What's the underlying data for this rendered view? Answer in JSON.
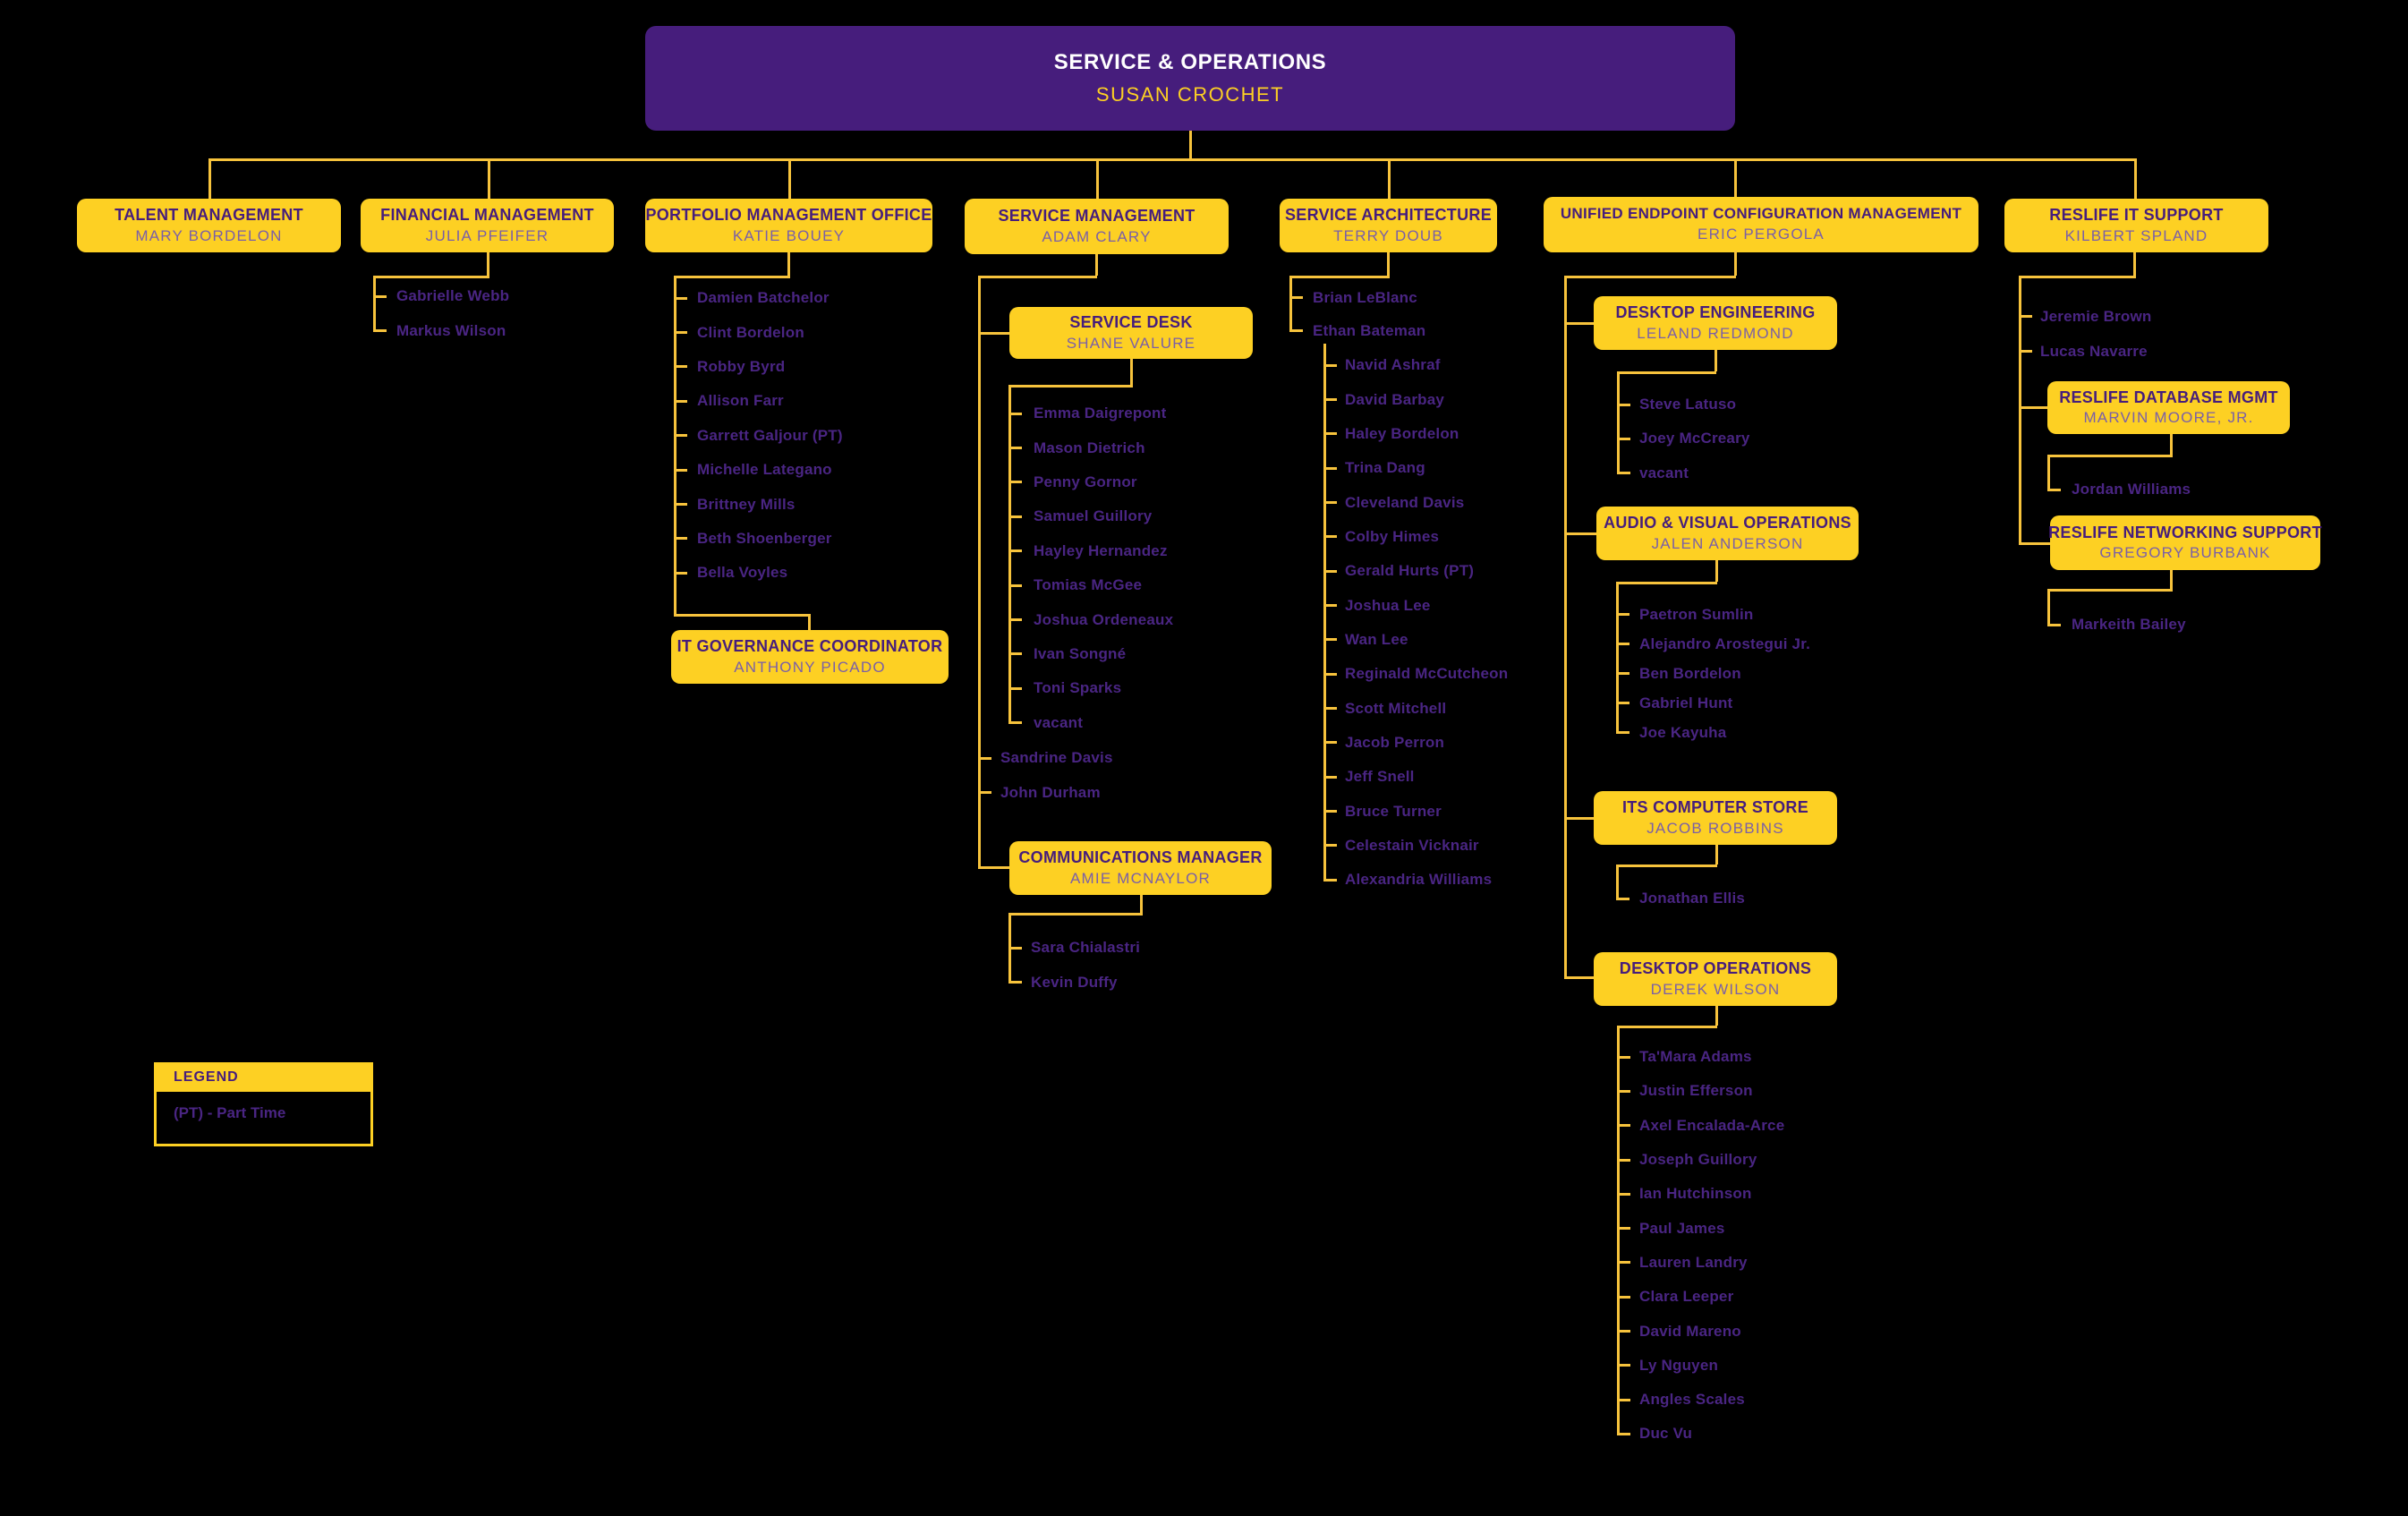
{
  "colors": {
    "background": "#000000",
    "purple": "#461D7C",
    "gold": "#FDD023",
    "line_gold": "#F7C33C",
    "box_name_text": "#7A5FA8",
    "list_name_text": "#4A2583"
  },
  "root": {
    "title": "SERVICE & OPERATIONS",
    "name": "SUSAN CROCHET"
  },
  "boxes": {
    "talent": {
      "title": "TALENT MANAGEMENT",
      "name": "MARY BORDELON"
    },
    "financial": {
      "title": "FINANCIAL MANAGEMENT",
      "name": "JULIA PFEIFER"
    },
    "portfolio": {
      "title": "PORTFOLIO MANAGEMENT OFFICE",
      "name": "KATIE BOUEY"
    },
    "it_gov": {
      "title": "IT GOVERNANCE COORDINATOR",
      "name": "ANTHONY PICADO"
    },
    "service_mgmt": {
      "title": "SERVICE MANAGEMENT",
      "name": "ADAM CLARY"
    },
    "service_desk": {
      "title": "SERVICE DESK",
      "name": "SHANE VALURE"
    },
    "comm_mgr": {
      "title": "COMMUNICATIONS MANAGER",
      "name": "AMIE MCNAYLOR"
    },
    "service_arch": {
      "title": "SERVICE ARCHITECTURE",
      "name": "TERRY DOUB"
    },
    "uecm": {
      "title": "UNIFIED ENDPOINT CONFIGURATION MANAGEMENT",
      "name": "ERIC PERGOLA"
    },
    "desktop_eng": {
      "title": "DESKTOP ENGINEERING",
      "name": "LELAND REDMOND"
    },
    "av_ops": {
      "title": "AUDIO & VISUAL OPERATIONS",
      "name": "JALEN ANDERSON"
    },
    "its_store": {
      "title": "ITS COMPUTER STORE",
      "name": "JACOB ROBBINS"
    },
    "desktop_ops": {
      "title": "DESKTOP OPERATIONS",
      "name": "DEREK WILSON"
    },
    "reslife": {
      "title": "RESLIFE IT SUPPORT",
      "name": "KILBERT SPLAND"
    },
    "reslife_db": {
      "title": "RESLIFE DATABASE MGMT",
      "name": "MARVIN MOORE, JR."
    },
    "reslife_net": {
      "title": "RESLIFE NETWORKING SUPPORT",
      "name": "GREGORY BURBANK"
    }
  },
  "lists": {
    "financial": [
      "Gabrielle Webb",
      "Markus Wilson"
    ],
    "portfolio": [
      "Damien Batchelor",
      "Clint Bordelon",
      "Robby Byrd",
      "Allison Farr",
      "Garrett Galjour (PT)",
      "Michelle Lategano",
      "Brittney Mills",
      "Beth Shoenberger",
      "Bella Voyles"
    ],
    "service_mgmt": [
      "Sandrine Davis",
      "John Durham"
    ],
    "service_desk": [
      "Emma Daigrepont",
      "Mason Dietrich",
      "Penny Gornor",
      "Samuel Guillory",
      "Hayley Hernandez",
      "Tomias McGee",
      "Joshua Ordeneaux",
      "Ivan Songné",
      "Toni Sparks",
      "vacant"
    ],
    "comm_mgr": [
      "Sara Chialastri",
      "Kevin Duffy"
    ],
    "service_arch": [
      "Brian LeBlanc",
      "Ethan Bateman"
    ],
    "ethan_team": [
      "Navid Ashraf",
      "David Barbay",
      "Haley Bordelon",
      "Trina Dang",
      "Cleveland Davis",
      "Colby Himes",
      "Gerald Hurts (PT)",
      "Joshua Lee",
      "Wan Lee",
      "Reginald McCutcheon",
      "Scott Mitchell",
      "Jacob Perron",
      "Jeff Snell",
      "Bruce Turner",
      "Celestain Vicknair",
      "Alexandria Williams"
    ],
    "desktop_eng": [
      "Steve Latuso",
      "Joey McCreary",
      "vacant"
    ],
    "av_ops": [
      "Paetron Sumlin",
      "Alejandro Arostegui Jr.",
      "Ben Bordelon",
      "Gabriel Hunt",
      "Joe Kayuha"
    ],
    "its_store": [
      "Jonathan Ellis"
    ],
    "desktop_ops": [
      "Ta'Mara Adams",
      "Justin Efferson",
      "Axel Encalada-Arce",
      "Joseph Guillory",
      "Ian Hutchinson",
      "Paul James",
      "Lauren Landry",
      "Clara Leeper",
      "David Mareno",
      "Ly Nguyen",
      "Angles Scales",
      "Duc Vu"
    ],
    "reslife": [
      "Jeremie Brown",
      "Lucas Navarre"
    ],
    "reslife_db": [
      "Jordan Williams"
    ],
    "reslife_net": [
      "Markeith Bailey"
    ]
  },
  "legend": {
    "title": "LEGEND",
    "items": [
      "(PT) - Part Time"
    ]
  }
}
